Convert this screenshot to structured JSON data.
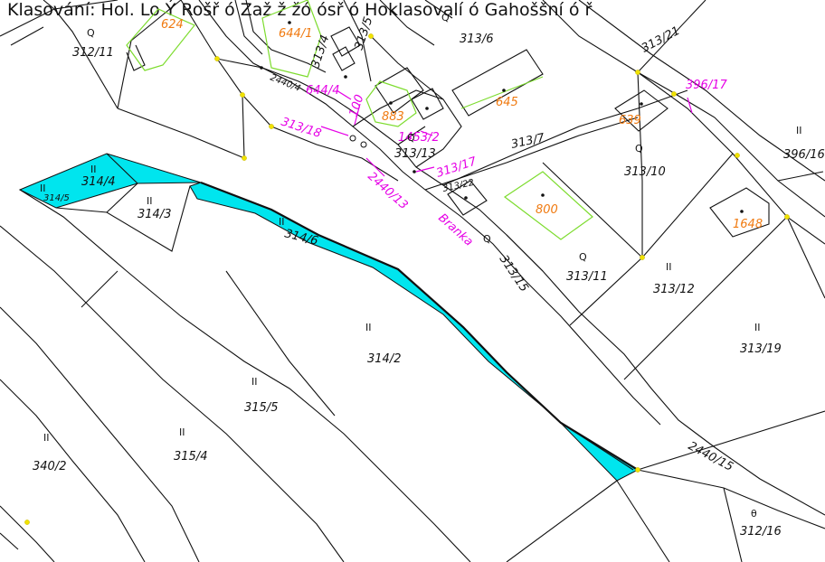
{
  "header_text": "Klasování: Hol. Lo Ý Rošř ó Zaž ž žó ósř ó Hoklasovalí ó Gahoššní ó ř",
  "map": {
    "parcels": [
      {
        "label": "312/11",
        "symbol": "Q"
      },
      {
        "label": "624",
        "symbol": ""
      },
      {
        "label": "644/1",
        "symbol": ""
      },
      {
        "label": "313/4",
        "symbol": ""
      },
      {
        "label": "313/5",
        "symbol": ""
      },
      {
        "label": "313/6",
        "symbol": "Q"
      },
      {
        "label": "313/21",
        "symbol": ""
      },
      {
        "label": "2440/4",
        "symbol": ""
      },
      {
        "label": "644/4",
        "symbol": ""
      },
      {
        "label": "100",
        "symbol": ""
      },
      {
        "label": "883",
        "symbol": ""
      },
      {
        "label": "1453/2",
        "symbol": ""
      },
      {
        "label": "645",
        "symbol": ""
      },
      {
        "label": "639",
        "symbol": ""
      },
      {
        "label": "396/17",
        "symbol": ""
      },
      {
        "label": "396/16",
        "symbol": "II"
      },
      {
        "label": "313/18",
        "symbol": ""
      },
      {
        "label": "313/13",
        "symbol": "Q"
      },
      {
        "label": "313/7",
        "symbol": ""
      },
      {
        "label": "313/10",
        "symbol": "Q"
      },
      {
        "label": "313/17",
        "symbol": ""
      },
      {
        "label": "313/22",
        "symbol": ""
      },
      {
        "label": "314/4",
        "symbol": "II"
      },
      {
        "label": "314/5",
        "symbol": "II"
      },
      {
        "label": "314/3",
        "symbol": "II"
      },
      {
        "label": "314/6",
        "symbol": "II"
      },
      {
        "label": "2440/13",
        "symbol": ""
      },
      {
        "label": "800",
        "symbol": ""
      },
      {
        "label": "1648",
        "symbol": ""
      },
      {
        "label": "313/15",
        "symbol": "Q"
      },
      {
        "label": "313/11",
        "symbol": "Q"
      },
      {
        "label": "313/12",
        "symbol": "II"
      },
      {
        "label": "313/19",
        "symbol": "II"
      },
      {
        "label": "314/2",
        "symbol": "II"
      },
      {
        "label": "315/5",
        "symbol": "II"
      },
      {
        "label": "315/4",
        "symbol": "II"
      },
      {
        "label": "340/2",
        "symbol": "II"
      },
      {
        "label": "2440/15",
        "symbol": ""
      },
      {
        "label": "312/16",
        "symbol": "θ"
      }
    ],
    "place_names": [
      {
        "label": "Branka"
      }
    ],
    "colors": {
      "highlight_fill": "#00e5ee",
      "building_label": "#f07a10",
      "annotation": "#e600e6",
      "building_outline": "#7ddc2e",
      "vertex": "#f0e200",
      "line": "#111111"
    }
  }
}
